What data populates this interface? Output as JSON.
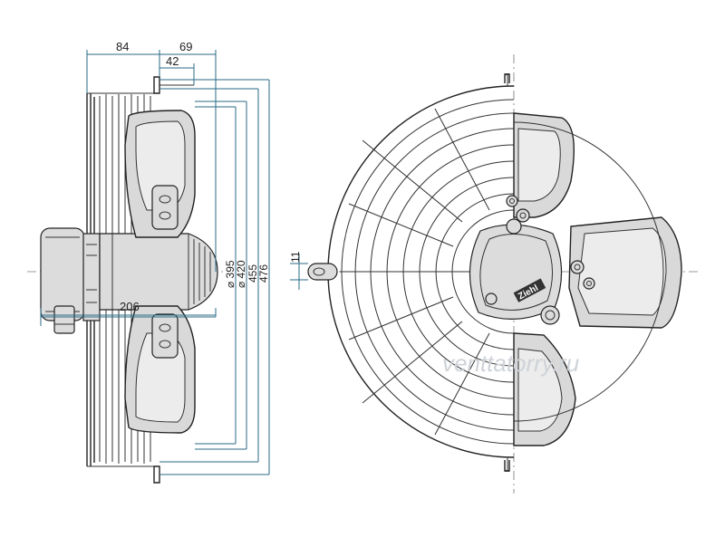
{
  "dimensions": {
    "hub_width": "84",
    "rear_depth": "69",
    "motor_offset": "42",
    "dia_395": "⌀ 395",
    "dia_420": "⌀ 420",
    "dia_455": "455",
    "dia_476": "476",
    "total_depth": "206",
    "slot_width": "11"
  },
  "brand_label": "Ziehl",
  "watermark": "venttatorry.ru",
  "colors": {
    "dimension_line": "#2b6a86",
    "outline": "#222222",
    "blade_fill": "#d9d9d9"
  }
}
